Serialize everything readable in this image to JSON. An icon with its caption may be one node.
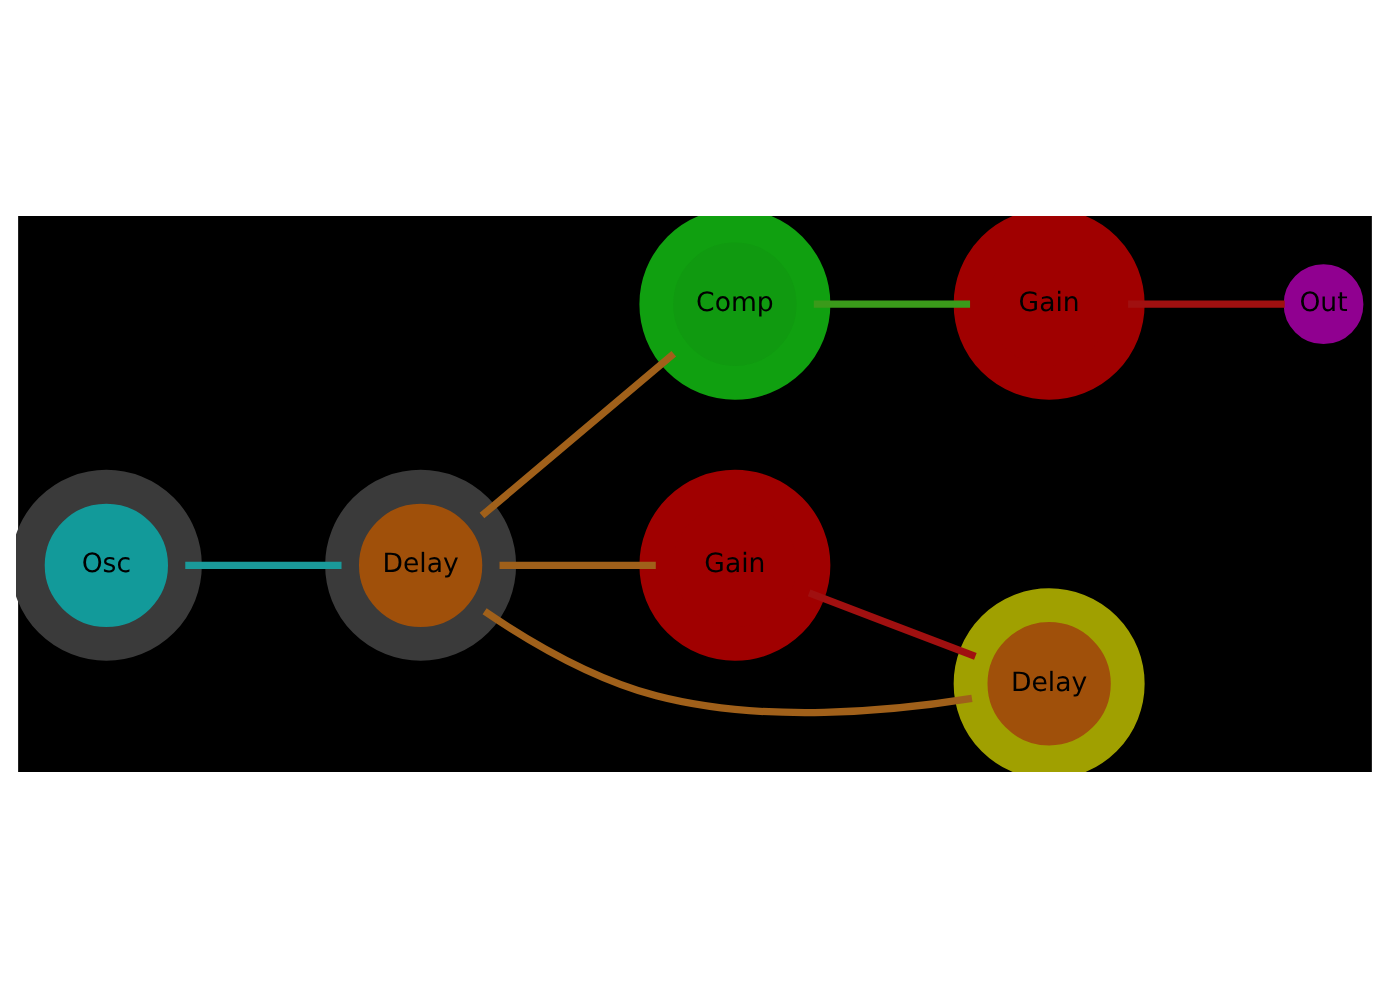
{
  "diagram": {
    "nodes": [
      {
        "text": [
          "Osc"
        ]
      },
      {
        "text": [
          "Delay"
        ]
      },
      {
        "text": [
          "Comp"
        ]
      },
      {
        "text": [
          "Gain"
        ]
      },
      {
        "text": [
          "Out"
        ]
      },
      {
        "text": [
          "Gain"
        ]
      },
      {
        "text": [
          "Delay"
        ]
      }
    ],
    "edges": [
      {
        "from": 0,
        "to": 1,
        "arrow": "none",
        "color": "#1a9a9a"
      },
      {
        "from": 1,
        "to": 2,
        "arrow": "none",
        "color": "#a0601a"
      },
      {
        "from": 2,
        "to": 3,
        "arrow": "none",
        "color": "#3a9a1a"
      },
      {
        "from": 3,
        "to": 4,
        "arrow": "none",
        "color": "#a01010"
      },
      {
        "from": 1,
        "to": 5,
        "arrow": "none",
        "color": "#a0601a"
      },
      {
        "from": 1,
        "to": 6,
        "arrow": "none",
        "color": "#a0601a"
      },
      {
        "from": 5,
        "to": 6,
        "arrow": "none",
        "color": "#a01010"
      }
    ]
  }
}
